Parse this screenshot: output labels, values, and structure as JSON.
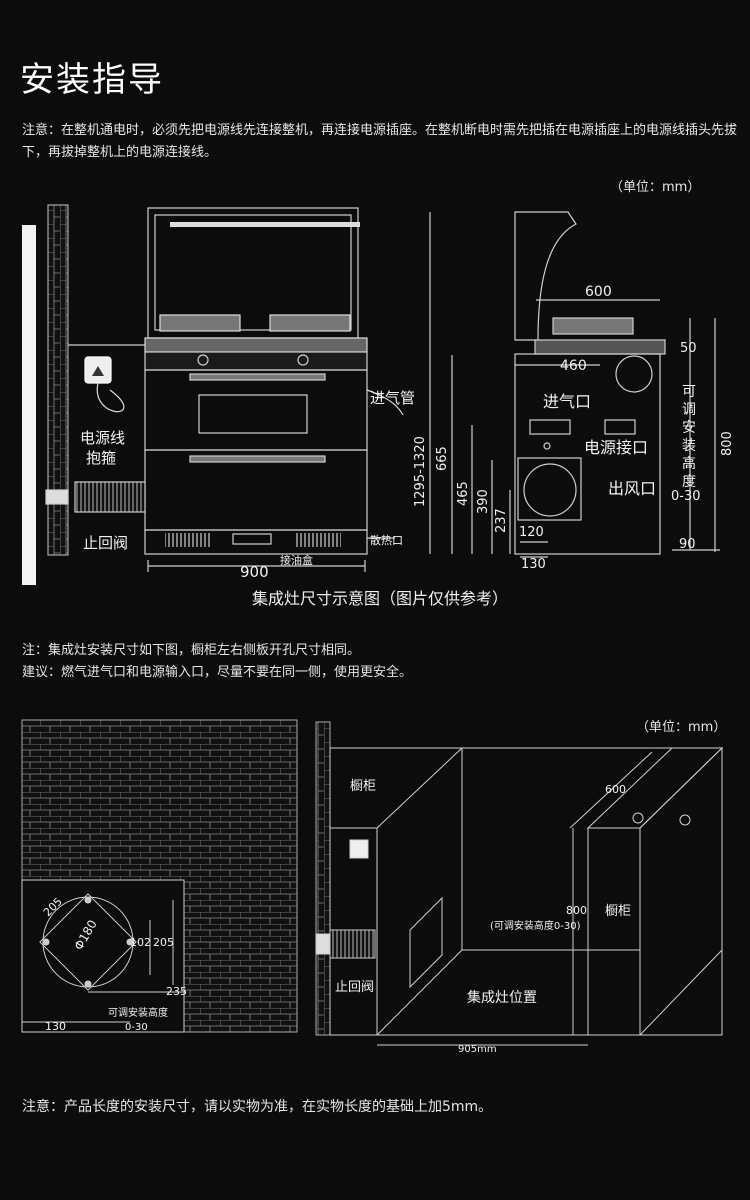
{
  "title": "安装指导",
  "notes": {
    "power_note": "注意：在整机通电时，必须先把电源线先连接整机，再连接电源插座。在整机断电时需先把插在电源插座上的电源线插头先拔下，再拔掉整机上的电源连接线。",
    "install_note": "注：集成灶安装尺寸如下图，橱柜左右侧板开孔尺寸相同。",
    "suggest_note": "建议：燃气进气口和电源输入口，尽量不要在同一侧，使用更安全。",
    "length_note": "注意：产品长度的安装尺寸，请以实物为准，在实物长度的基础上加5mm。"
  },
  "unit_label": "（单位：mm）",
  "caption": "集成灶尺寸示意图（图片仅供参考）",
  "front_diagram": {
    "cable_label_1": "电源线",
    "cable_label_2": "抱箍",
    "valve_label": "止回阀",
    "gas_pipe_label": "进气管",
    "vent_label": "散热口",
    "oil_box_label": "接油盒",
    "width": "900"
  },
  "side_diagram": {
    "depth_top": "600",
    "depth_base": "460",
    "gas_inlet_label": "进气口",
    "power_port_label": "电源接口",
    "air_outlet_label": "出风口",
    "height_range": "1295-1320",
    "h665": "665",
    "h465": "465",
    "h390": "390",
    "h237": "237",
    "w120": "120",
    "w130": "130",
    "d50": "50",
    "d90": "90",
    "h800": "800",
    "adjust_label": "可调安装高度",
    "adjust_range": "0-30"
  },
  "wall_diagram": {
    "d205a": "205",
    "phi180": "Φ180",
    "d102": "102",
    "d205b": "205",
    "d235": "235",
    "d130": "130",
    "adjust_label": "可调安装高度",
    "adjust_range": "0-30"
  },
  "cabinet_diagram": {
    "cabinet_left": "橱柜",
    "cabinet_right": "橱柜",
    "depth": "600",
    "height": "800",
    "height_note": "(可调安装高度0-30)",
    "valve_label": "止回阀",
    "position_label": "集成灶位置",
    "width": "905mm"
  }
}
